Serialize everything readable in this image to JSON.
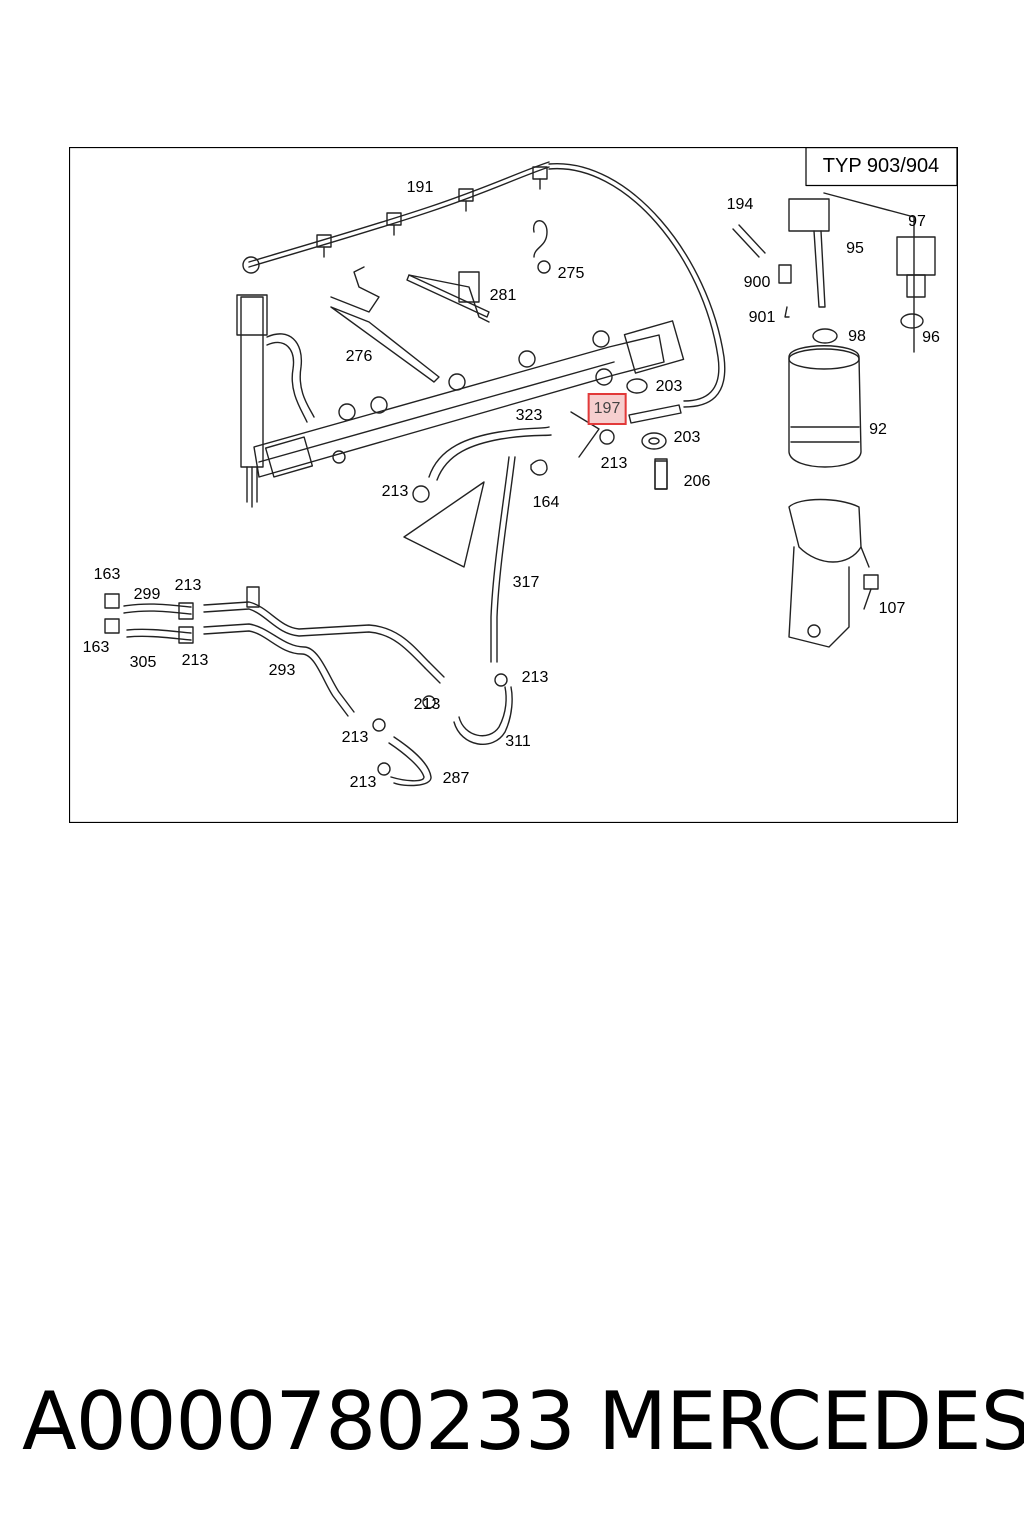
{
  "diagram": {
    "variant_label": "TYP 903/904",
    "selected_callout": "197",
    "callouts": [
      {
        "id": "c-191",
        "text": "191"
      },
      {
        "id": "c-194",
        "text": "194"
      },
      {
        "id": "c-95",
        "text": "95"
      },
      {
        "id": "c-97",
        "text": "97"
      },
      {
        "id": "c-900",
        "text": "900"
      },
      {
        "id": "c-901",
        "text": "901"
      },
      {
        "id": "c-98",
        "text": "98"
      },
      {
        "id": "c-96",
        "text": "96"
      },
      {
        "id": "c-275",
        "text": "275"
      },
      {
        "id": "c-281",
        "text": "281"
      },
      {
        "id": "c-276",
        "text": "276"
      },
      {
        "id": "c-203a",
        "text": "203"
      },
      {
        "id": "c-197",
        "text": "197"
      },
      {
        "id": "c-323",
        "text": "323"
      },
      {
        "id": "c-203b",
        "text": "203"
      },
      {
        "id": "c-92",
        "text": "92"
      },
      {
        "id": "c-213a",
        "text": "213"
      },
      {
        "id": "c-206",
        "text": "206"
      },
      {
        "id": "c-213b",
        "text": "213"
      },
      {
        "id": "c-164",
        "text": "164"
      },
      {
        "id": "c-163a",
        "text": "163"
      },
      {
        "id": "c-299",
        "text": "299"
      },
      {
        "id": "c-213c",
        "text": "213"
      },
      {
        "id": "c-317",
        "text": "317"
      },
      {
        "id": "c-107",
        "text": "107"
      },
      {
        "id": "c-163b",
        "text": "163"
      },
      {
        "id": "c-305",
        "text": "305"
      },
      {
        "id": "c-213d",
        "text": "213"
      },
      {
        "id": "c-293",
        "text": "293"
      },
      {
        "id": "c-213e",
        "text": "213"
      },
      {
        "id": "c-213f",
        "text": "213"
      },
      {
        "id": "c-311",
        "text": "311"
      },
      {
        "id": "c-213g",
        "text": "213"
      },
      {
        "id": "c-213h",
        "text": "213"
      },
      {
        "id": "c-287",
        "text": "287"
      }
    ]
  },
  "footer": {
    "part_number": "A0000780233",
    "brand": "MERCEDES"
  }
}
